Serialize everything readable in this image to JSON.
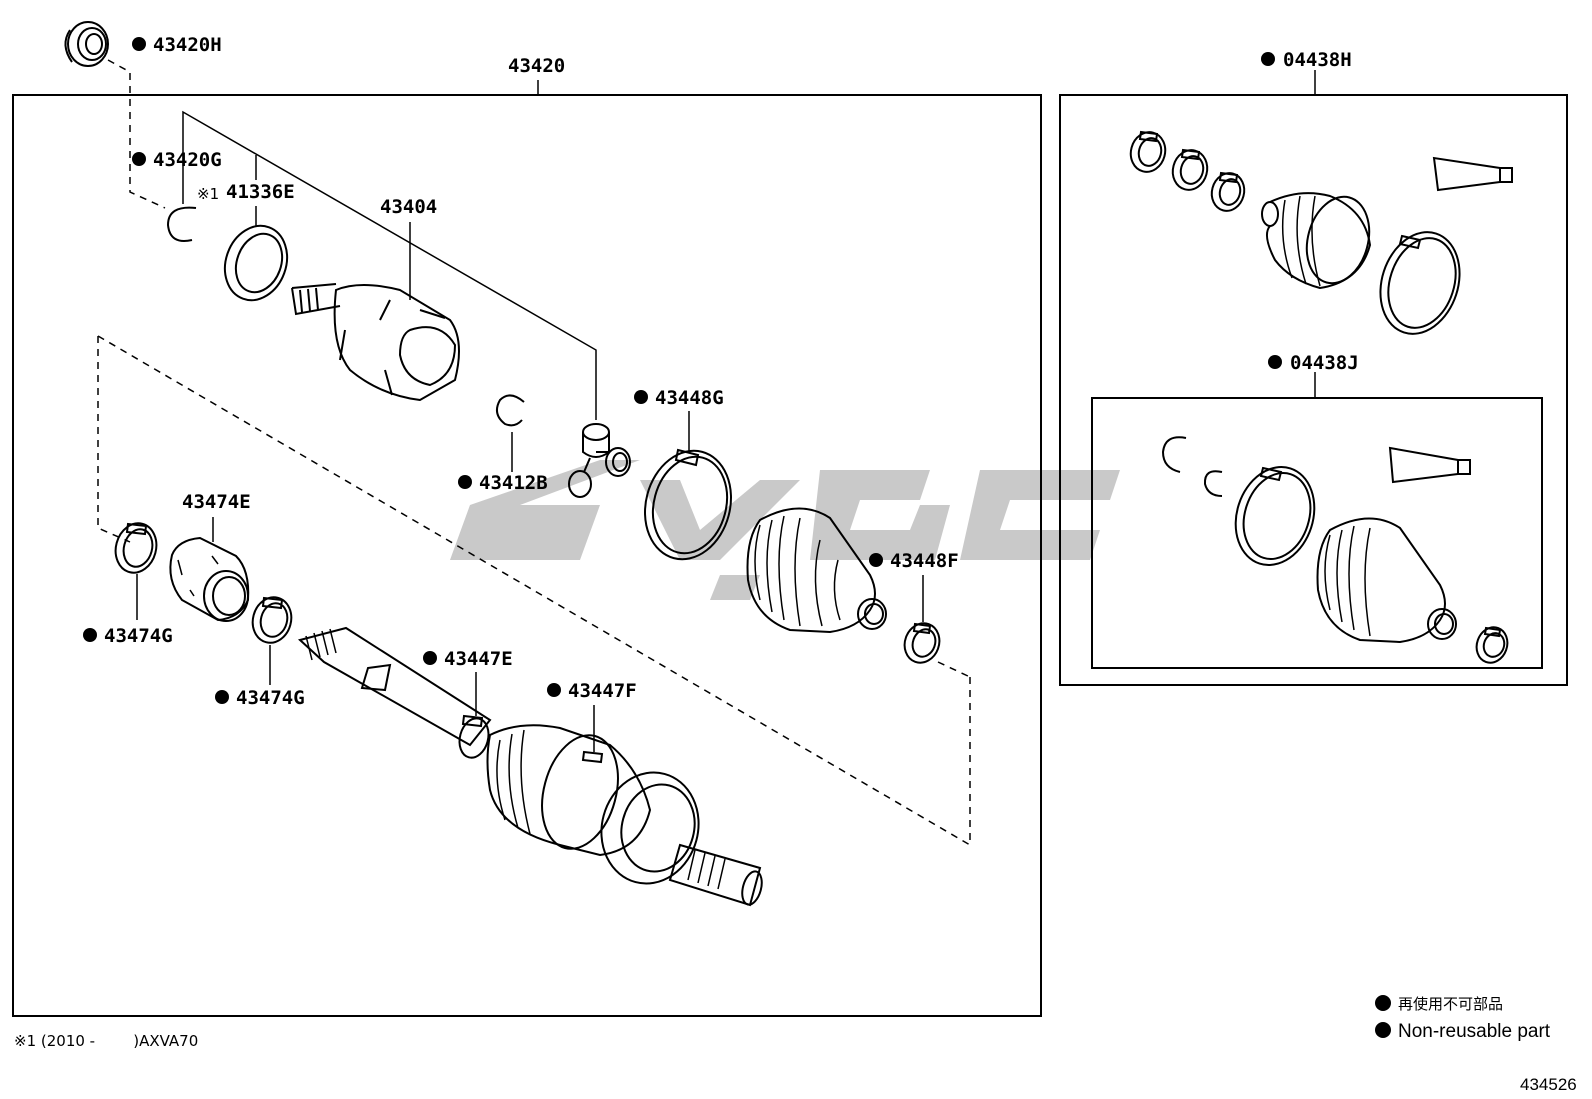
{
  "diagram": {
    "assembly_label": "43420",
    "kit_labels": {
      "kit_h": "04438H",
      "kit_j": "04438J"
    },
    "parts": {
      "p43420H": "43420H",
      "p43420G": "43420G",
      "p41336E": "41336E",
      "p41336E_mark": "※1",
      "p43404": "43404",
      "p43412B": "43412B",
      "p43448G": "43448G",
      "p43448F": "43448F",
      "p43474E": "43474E",
      "p43474G_a": "43474G",
      "p43474G_b": "43474G",
      "p43447E": "43447E",
      "p43447F": "43447F"
    },
    "footnote": "※1 (2010 -        )AXVA70",
    "legend": {
      "line1": "再使用不可部品",
      "line2": "Non-reusable part"
    },
    "figure_number": "434526"
  }
}
